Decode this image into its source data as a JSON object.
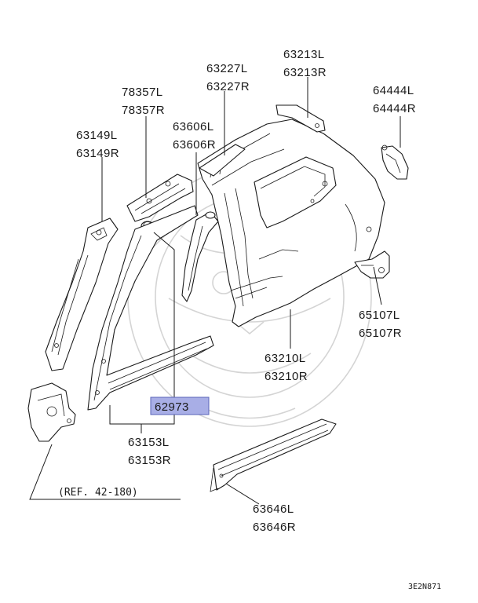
{
  "labels": {
    "p78357": [
      "78357L",
      "78357R"
    ],
    "p63227": [
      "63227L",
      "63227R"
    ],
    "p63213": [
      "63213L",
      "63213R"
    ],
    "p64444": [
      "64444L",
      "64444R"
    ],
    "p63606": [
      "63606L",
      "63606R"
    ],
    "p63149": [
      "63149L",
      "63149R"
    ],
    "p65107": [
      "65107L",
      "65107R"
    ],
    "p63210": [
      "63210L",
      "63210R"
    ],
    "p62973": "62973",
    "p63153": [
      "63153L",
      "63153R"
    ],
    "p63646": [
      "63646L",
      "63646R"
    ],
    "reference": "(REF. 42-180)",
    "diagram_code": "3E2N871"
  },
  "colors": {
    "highlight_fill": "#a8aee6",
    "highlight_border": "#5a64b8",
    "line": "#1a1a1a",
    "watermark": "#d4d4d4"
  }
}
